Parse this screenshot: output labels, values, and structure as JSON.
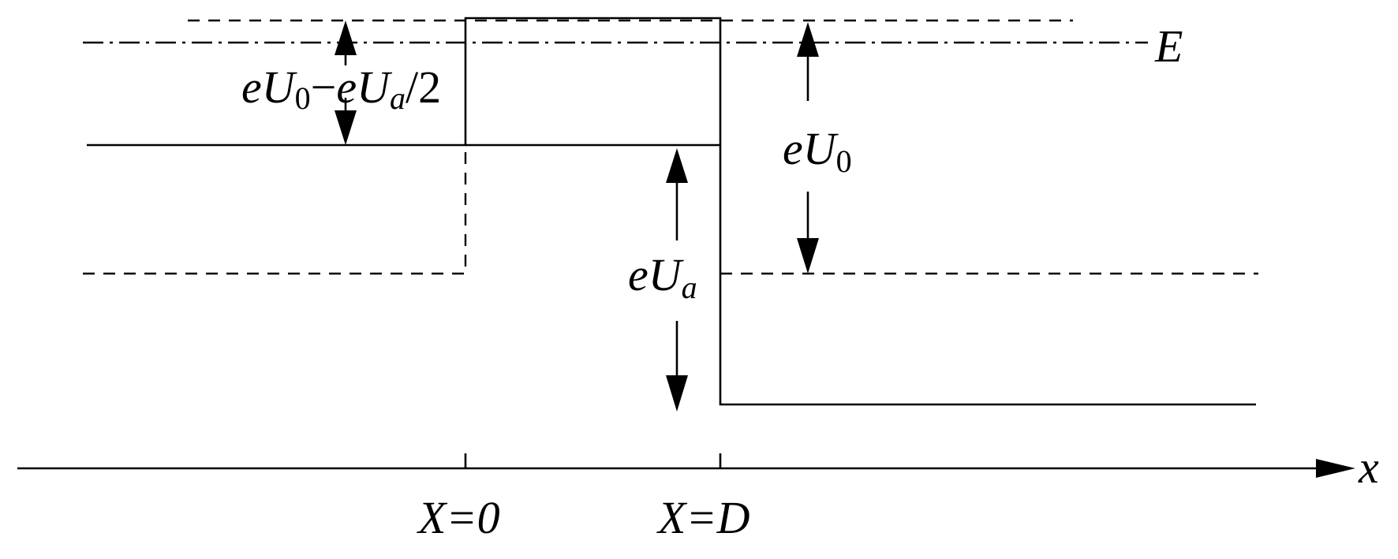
{
  "labels": {
    "energy": "E",
    "axis_x": "x",
    "tick_left": {
      "var": "X",
      "eq": "=",
      "val": "0"
    },
    "tick_right": {
      "var": "X",
      "eq": "=",
      "val": "D"
    },
    "barrier_left": {
      "e1": "e",
      "U1": "U",
      "s1": "0",
      "minus": "−",
      "e2": "e",
      "U2": "U",
      "s2": "a",
      "rest": "/2"
    },
    "barrier_height": {
      "e": "e",
      "U": "U",
      "s": "0"
    },
    "applied": {
      "e": "e",
      "U": "U",
      "s": "a"
    }
  }
}
